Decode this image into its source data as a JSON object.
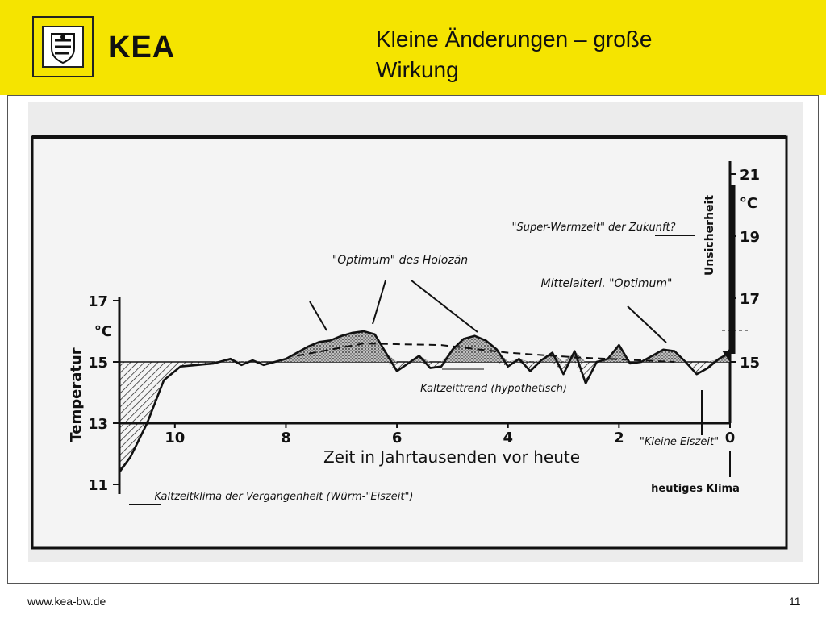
{
  "header": {
    "logo_text": "KEA",
    "title_line1": "Kleine Änderungen – große",
    "title_line2": "Wirkung"
  },
  "footer": {
    "url": "www.kea-bw.de",
    "page_number": "11"
  },
  "colors": {
    "header_bg": "#f5e400",
    "ink": "#111111"
  },
  "chart_data": {
    "type": "line",
    "xlabel": "Zeit in Jahrtausenden vor heute",
    "ylabel": "Temperatur",
    "y_unit": "°C",
    "xlim": [
      11,
      0
    ],
    "ylim": [
      11,
      17
    ],
    "x_ticks": [
      "10",
      "8",
      "6",
      "4",
      "2",
      "0"
    ],
    "y_ticks_left": [
      "17",
      "15",
      "13",
      "11"
    ],
    "y_ticks_right": [
      "21",
      "19",
      "17",
      "15"
    ],
    "right_unit": "°C",
    "uncertainty_label": "Unsicherheit",
    "series": [
      {
        "x": [
          11.0,
          10.8,
          10.5,
          10.2,
          9.9,
          9.6,
          9.3,
          9.0,
          8.8,
          8.6,
          8.4,
          8.2,
          8.0,
          7.8,
          7.6,
          7.4,
          7.2,
          7.0,
          6.8,
          6.6,
          6.4,
          6.2,
          6.0,
          5.8,
          5.6,
          5.4,
          5.2,
          5.0,
          4.8,
          4.6,
          4.4,
          4.2,
          4.0,
          3.8,
          3.6,
          3.4,
          3.2,
          3.0,
          2.8,
          2.6,
          2.4,
          2.2,
          2.0,
          1.8,
          1.6,
          1.4,
          1.2,
          1.0,
          0.8,
          0.6,
          0.4,
          0.2,
          0.1,
          0.0
        ],
        "values": [
          11.4,
          11.9,
          13.0,
          14.4,
          14.85,
          14.9,
          14.95,
          15.1,
          14.9,
          15.05,
          14.9,
          15.0,
          15.1,
          15.3,
          15.5,
          15.65,
          15.7,
          15.85,
          15.95,
          16.0,
          15.9,
          15.3,
          14.7,
          14.95,
          15.2,
          14.8,
          14.85,
          15.4,
          15.75,
          15.85,
          15.7,
          15.4,
          14.85,
          15.1,
          14.7,
          15.05,
          15.3,
          14.6,
          15.35,
          14.3,
          15.0,
          15.1,
          15.55,
          14.95,
          15.0,
          15.2,
          15.4,
          15.35,
          15.0,
          14.6,
          14.8,
          15.1,
          15.2,
          15.4
        ]
      }
    ],
    "baseline": 15,
    "annotations": [
      "\"Optimum\" des Holozän",
      "Mittelalterl. \"Optimum\"",
      "\"Super-Warmzeit\" der Zukunft?",
      "Kaltzeittrend (hypothetisch)",
      "\"Kleine Eiszeit\"",
      "heutiges Klima",
      "Kaltzeitklima der Vergangenheit (Würm-\"Eiszeit\")"
    ]
  }
}
